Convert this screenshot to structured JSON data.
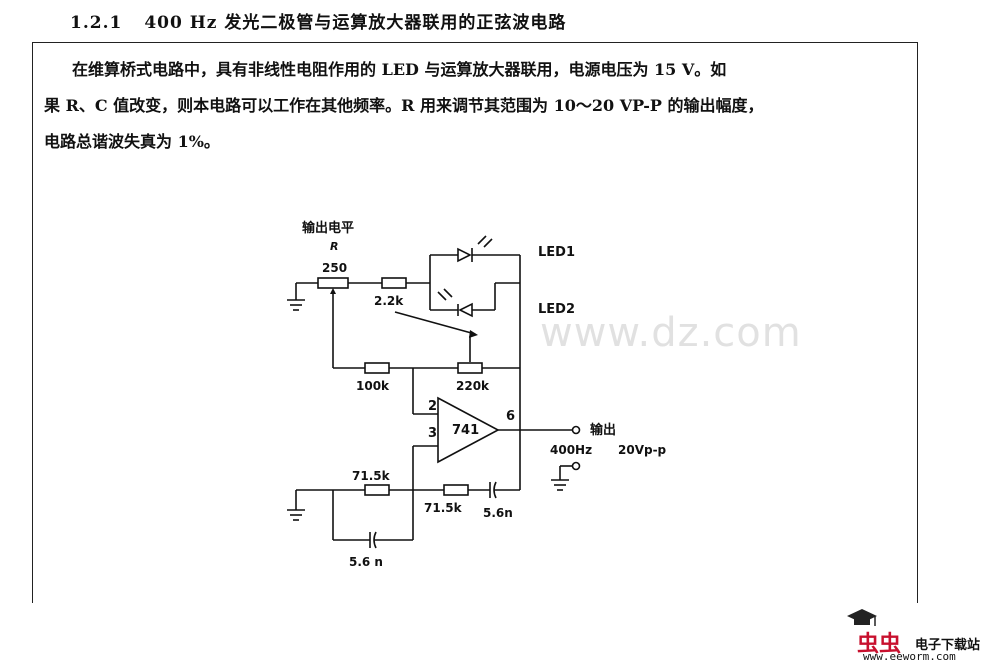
{
  "heading": {
    "number": "1.2.1",
    "title": "400 Hz 发光二极管与运算放大器联用的正弦波电路"
  },
  "description": {
    "line1": "在维算桥式电路中，具有非线性电阻作用的 LED 与运算放大器联用，电源电压为 15 V。如",
    "line2": "果 R、C 值改变，则本电路可以工作在其他频率。R 用来调节其范围为 10～20 VP-P 的输出幅度，",
    "line3": "电路总谐波失真为 1%。"
  },
  "circuit": {
    "pot_label": "输出电平",
    "pot_name": "R",
    "pot_value": "250",
    "r_2_2k": "2.2k",
    "r_100k": "100k",
    "r_220k": "220k",
    "led1": "LED1",
    "led2": "LED2",
    "opamp": "741",
    "pin2": "2",
    "pin3": "3",
    "pin6": "6",
    "output_label": "输出",
    "frequency": "400Hz",
    "amplitude": "20Vp-p",
    "r_71_5k_a": "71.5k",
    "r_71_5k_b": "71.5k",
    "c_5_6n_a": "5.6n",
    "c_5_6n_b": "5.6 n"
  },
  "watermark": "www.dz.com",
  "logo": {
    "main": "虫虫",
    "site": "电子下载站",
    "url": "www.eeworm.com"
  }
}
